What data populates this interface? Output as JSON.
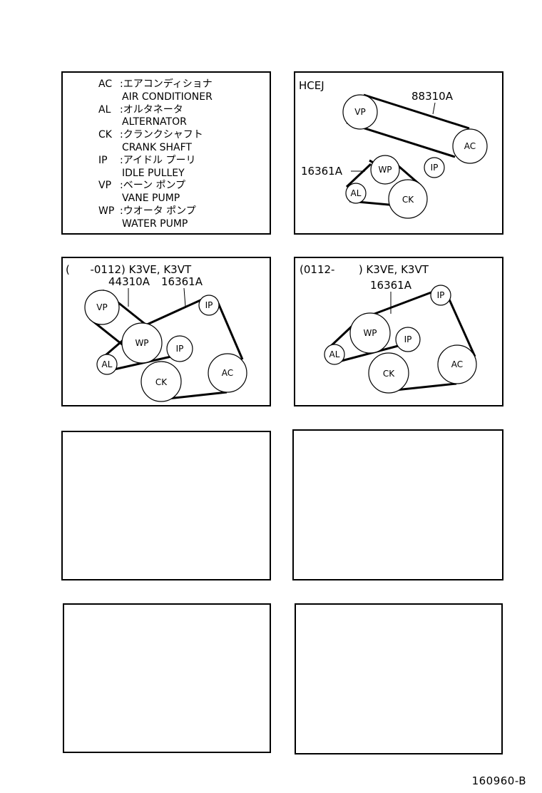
{
  "legend": [
    {
      "code": "AC",
      "jp": "エアコンディショナ",
      "en": "AIR CONDITIONER"
    },
    {
      "code": "AL",
      "jp": "オルタネータ",
      "en": "ALTERNATOR"
    },
    {
      "code": "CK",
      "jp": "クランクシャフト",
      "en": "CRANK SHAFT"
    },
    {
      "code": "IP",
      "jp": "アイドル プーリ",
      "en": "IDLE PULLEY"
    },
    {
      "code": "VP",
      "jp": "ベーン ポンプ",
      "en": "VANE PUMP"
    },
    {
      "code": "WP",
      "jp": "ウオータ ポンプ",
      "en": "WATER PUMP"
    }
  ],
  "diagram1": {
    "title": "HCEJ",
    "part_ac_belt": "88310A",
    "part_main_belt": "16361A",
    "pulleys": {
      "vp": "VP",
      "ac": "AC",
      "wp": "WP",
      "ip": "IP",
      "al": "AL",
      "ck": "CK"
    }
  },
  "diagram2": {
    "title": "(      -0112) K3VE, K3VT",
    "part_vp_belt": "44310A",
    "part_main_belt": "16361A",
    "pulleys": {
      "vp": "VP",
      "ip1": "IP",
      "wp": "WP",
      "ip2": "IP",
      "al": "AL",
      "ck": "CK",
      "ac": "AC"
    }
  },
  "diagram3": {
    "title": "(0112-       ) K3VE, K3VT",
    "part_main_belt": "16361A",
    "pulleys": {
      "ip1": "IP",
      "wp": "WP",
      "ip2": "IP",
      "al": "AL",
      "ck": "CK",
      "ac": "AC"
    }
  },
  "footer": "160960-B"
}
